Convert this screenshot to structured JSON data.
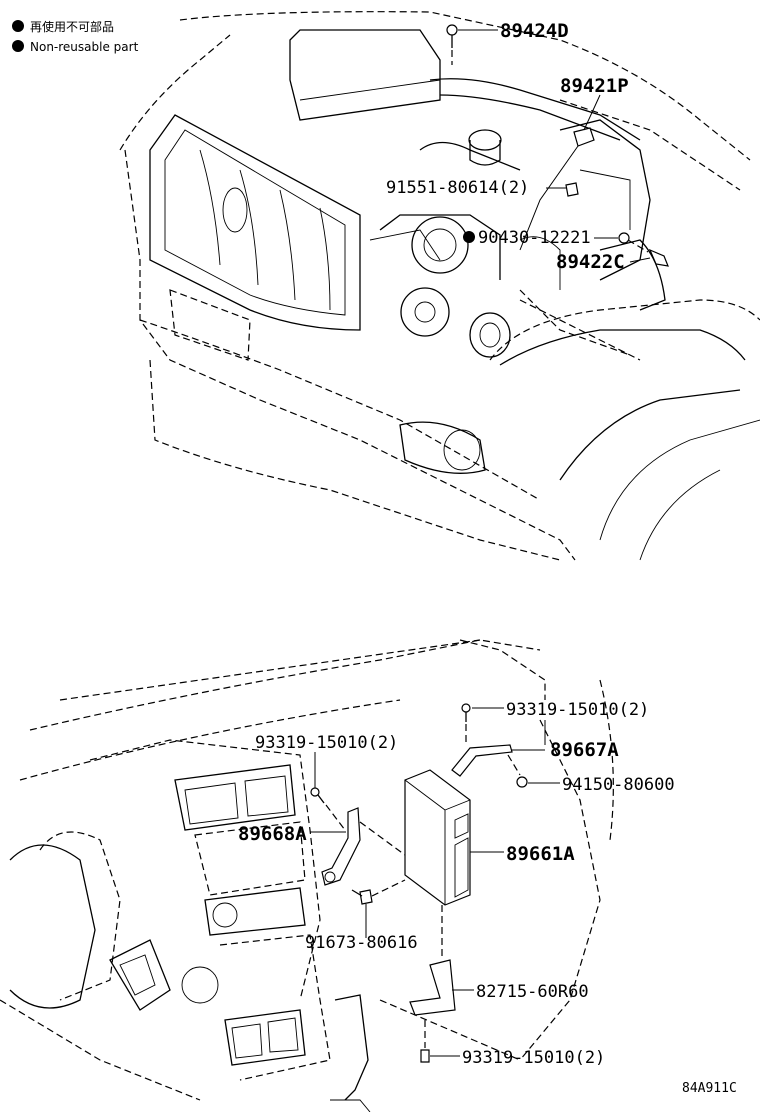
{
  "legend": {
    "jp_label": "再使用不可部品",
    "en_label": "Non-reusable part"
  },
  "parts": {
    "p89424D": "89424D",
    "p89421P": "89421P",
    "p91551": "91551-80614(2)",
    "p90430": "90430-12221",
    "p89422C": "89422C",
    "p93319_top": "93319-15010(2)",
    "p89667A": "89667A",
    "p93319_left": "93319-15010(2)",
    "p94150": "94150-80600",
    "p89668A": "89668A",
    "p89661A": "89661A",
    "p91673": "91673-80616",
    "p82715": "82715-60R60",
    "p93319_bottom": "93319-15010(2)"
  },
  "diagram_code": "84A911C"
}
